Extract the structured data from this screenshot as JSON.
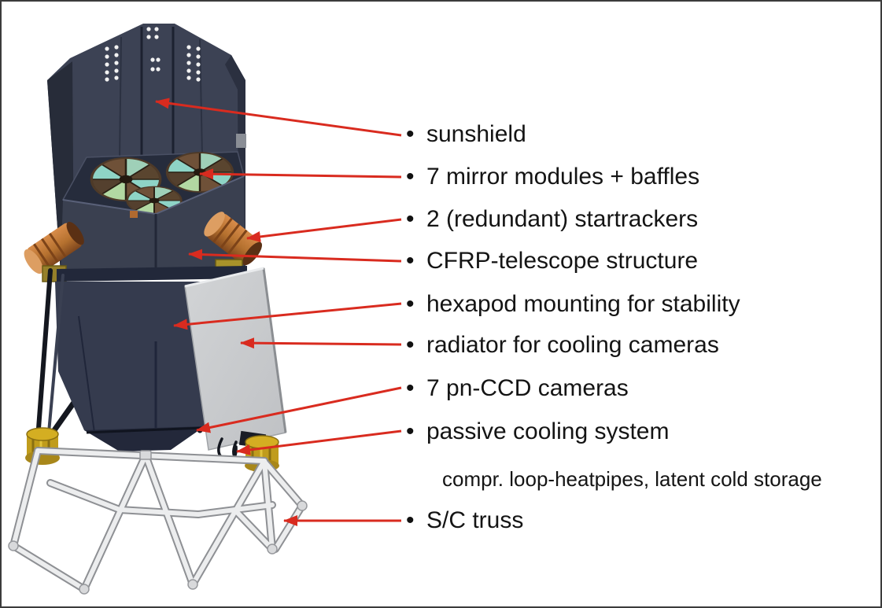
{
  "figure": {
    "title": "annotated spacecraft telescope diagram",
    "background_color": "#ffffff",
    "border_color": "#3c3c3c",
    "arrow_color": "#d92b1f",
    "text_color": "#141414"
  },
  "labels": [
    {
      "bullet": "•",
      "text": "sunshield"
    },
    {
      "bullet": "•",
      "text": "7 mirror modules + baffles"
    },
    {
      "bullet": "•",
      "text": "2 (redundant) startrackers"
    },
    {
      "bullet": "•",
      "text": "CFRP-telescope structure"
    },
    {
      "bullet": "•",
      "text": "hexapod mounting for stability"
    },
    {
      "bullet": "•",
      "text": "radiator for cooling cameras"
    },
    {
      "bullet": "•",
      "text": "7 pn-CCD cameras"
    },
    {
      "bullet": "•",
      "text": "passive cooling system"
    },
    {
      "bullet": "",
      "text": "compr. loop-heatpipes, latent cold storage"
    },
    {
      "bullet": "•",
      "text": "S/C truss"
    }
  ]
}
